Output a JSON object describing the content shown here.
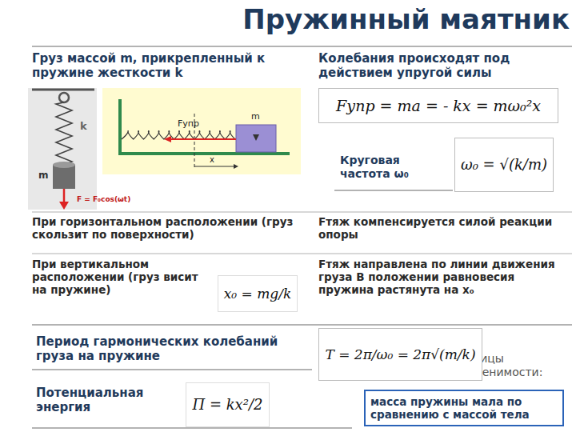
{
  "diagram": {
    "title": "Пружинный маятник",
    "nodes": [
      {
        "text": [
          "Fупр = ma = - kx = mω₀²x"
        ]
      },
      {
        "text": [
          "ω₀ = √(k/m)"
        ]
      },
      {
        "text": [
          "x₀ = mg/k"
        ]
      },
      {
        "text": [
          "T = 2π/ω₀ = 2π√(m/k)"
        ]
      },
      {
        "text": [
          "П = kx²/2"
        ]
      },
      {
        "text": [
          "масса пружины мала по сравнению с массой тела"
        ]
      }
    ],
    "labels": [
      "Груз массой m, прикрепленный к пружине жесткости k",
      "Колебания происходят под действием упругой силы",
      "k",
      "m",
      "F = F₀cos(ωt)",
      "Fупр",
      "m",
      "x",
      "Круговая частота ω₀",
      "При горизонтальном расположении (груз скользит по поверхности)",
      "Fтяж компенсируется силой реакции опоры",
      "При вертикальном расположении (груз висит на пружине)",
      "Fтяж направлена по линии движения груза В положении равновесия пружина растянута на x₀",
      "Период гармонических колебаний груза на пружине",
      "Границы применимости:",
      "Потенциальная энергия"
    ]
  }
}
